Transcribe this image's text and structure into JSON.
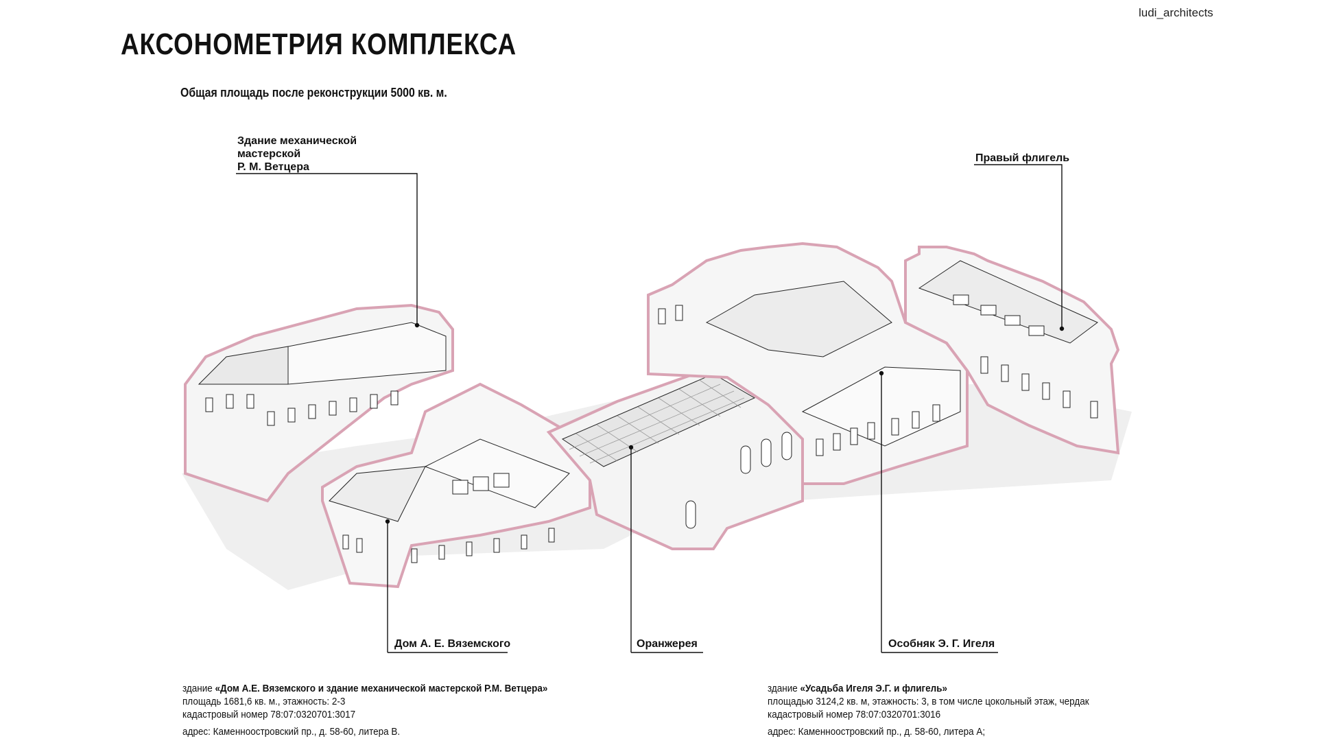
{
  "brand": "ludi_architects",
  "title": "АКСОНОМЕТРИЯ КОМПЛЕКСА",
  "subtitle": "Общая площадь после реконструкции 5000 кв. м.",
  "labels": {
    "workshop": [
      "Здание механической",
      "мастерской",
      "Р. М. Ветцера"
    ],
    "right_wing": "Правый флигель",
    "vyazemsky": "Дом А. Е. Вяземского",
    "greenhouse": "Оранжерея",
    "igel": "Особняк Э. Г. Игеля"
  },
  "info_left": {
    "prefix": "здание ",
    "name": "«Дом А.Е. Вяземского и здание механической мастерской Р.М. Ветцера»",
    "area": "площадь 1681,6 кв. м., этажность: 2-3",
    "cadastral": "кадастровый номер 78:07:0320701:3017",
    "address": "адрес: Каменноостровский пр., д. 58-60, литера В."
  },
  "info_right": {
    "prefix": "здание ",
    "name": "«Усадьба Игеля Э.Г. и флигель»",
    "area": "площадью 3124,2 кв. м, этажность: 3, в том числе цокольный этаж, чердак",
    "cadastral": "кадастровый номер 78:07:0320701:3016",
    "address": "адрес: Каменноостровский пр., д. 58-60, литера А;"
  },
  "colors": {
    "outline": "#d9a3b4",
    "line": "#111111",
    "fill": "#f4f4f4",
    "shadow": "#ececec"
  }
}
